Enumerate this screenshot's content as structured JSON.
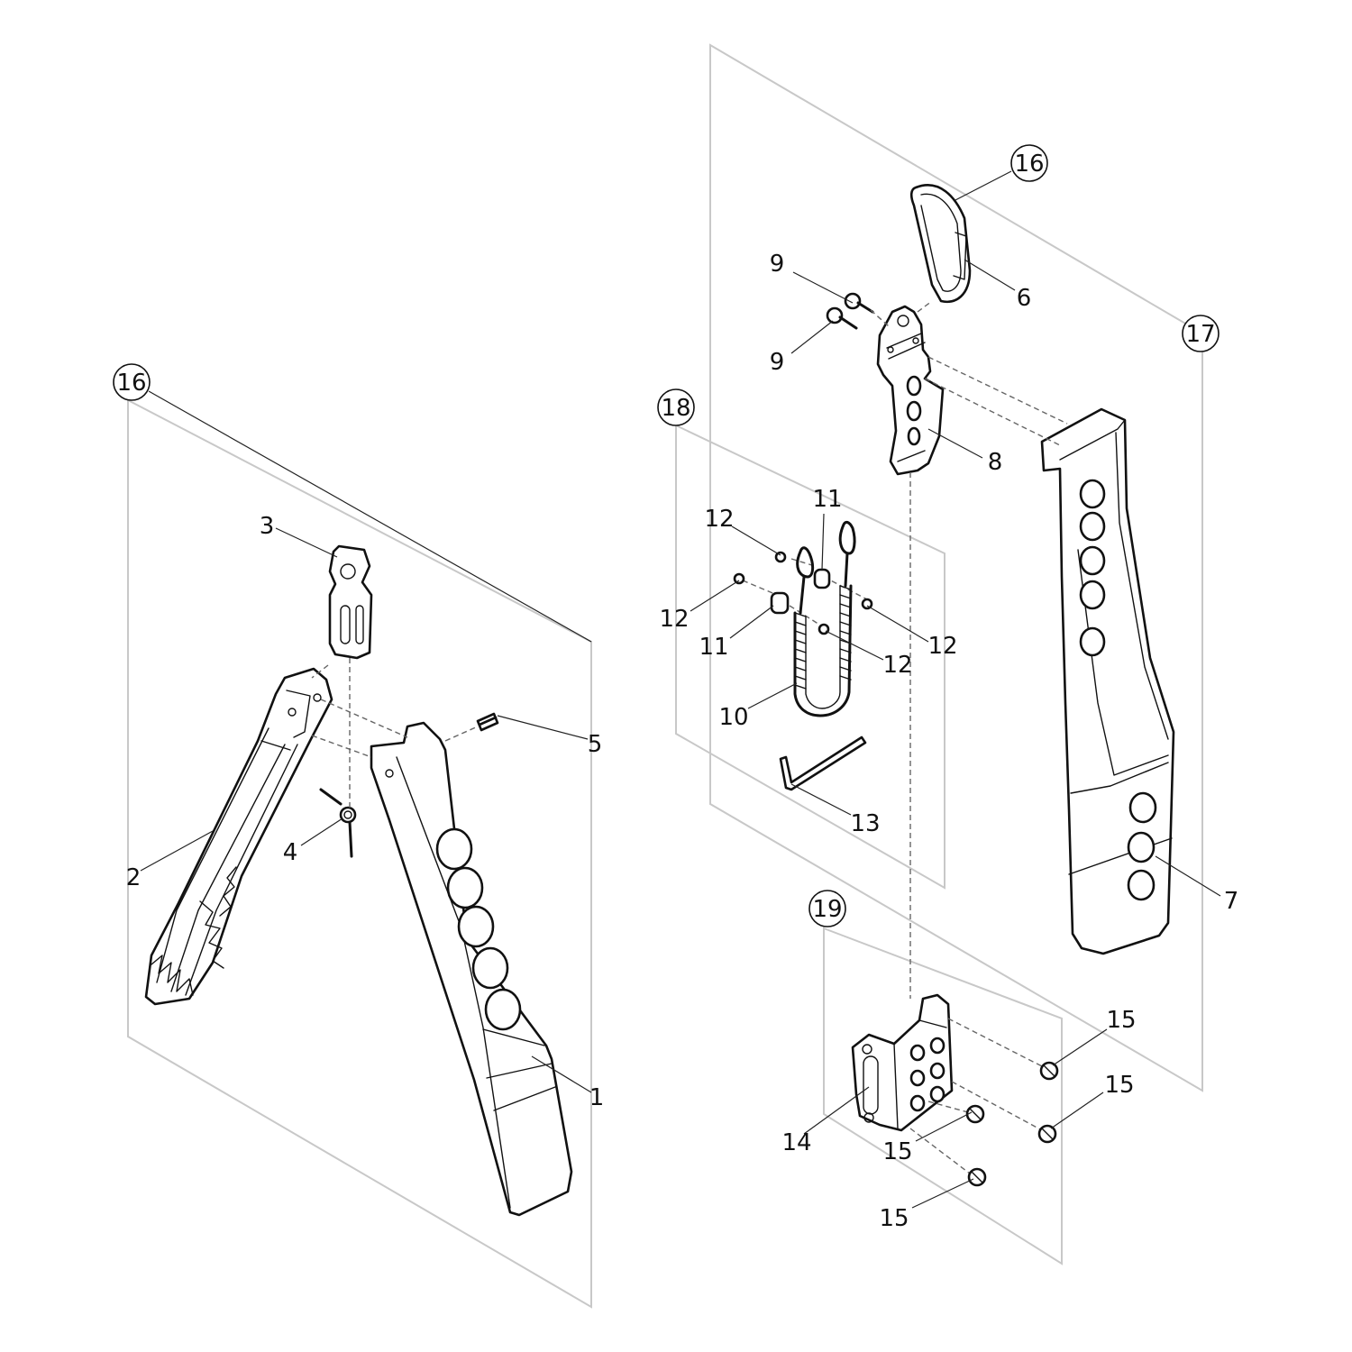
{
  "callouts": {
    "part_1": "1",
    "part_2": "2",
    "part_3": "3",
    "part_4": "4",
    "part_5": "5",
    "part_6": "6",
    "part_7": "7",
    "part_8": "8",
    "part_9a": "9",
    "part_9b": "9",
    "part_10": "10",
    "part_11a": "11",
    "part_11b": "11",
    "part_12a": "12",
    "part_12b": "12",
    "part_12c": "12",
    "part_12d": "12",
    "part_13": "13",
    "part_14": "14",
    "part_15a": "15",
    "part_15b": "15",
    "part_15c": "15",
    "part_15d": "15"
  },
  "assemblies": {
    "left_16": "16",
    "top_16": "16",
    "a17": "17",
    "a18": "18",
    "a19": "19"
  }
}
